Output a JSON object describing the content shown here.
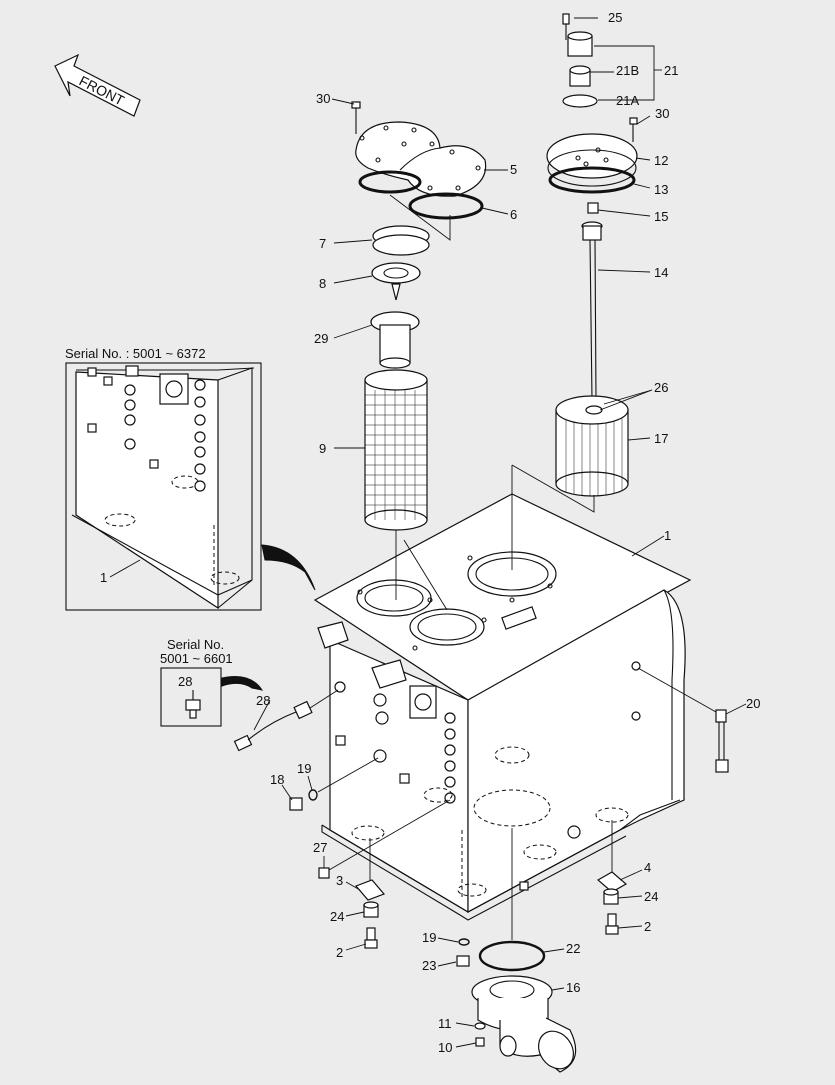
{
  "front_label": "FRONT",
  "inset_tank": {
    "title": "Serial No. : 5001 ~ 6372",
    "callout": "1"
  },
  "inset_sensor": {
    "title_line1": "Serial No.",
    "title_line2": "5001 ~ 6601",
    "callout": "28"
  },
  "callouts": {
    "c1": "1",
    "c2a": "2",
    "c2b": "2",
    "c3": "3",
    "c4": "4",
    "c5": "5",
    "c6": "6",
    "c7": "7",
    "c8": "8",
    "c9": "9",
    "c10": "10",
    "c11": "11",
    "c12": "12",
    "c13": "13",
    "c14": "14",
    "c15": "15",
    "c16": "16",
    "c17": "17",
    "c18": "18",
    "c19a": "19",
    "c19b": "19",
    "c20": "20",
    "c21": "21",
    "c21a": "21A",
    "c21b": "21B",
    "c22": "22",
    "c23": "23",
    "c24a": "24",
    "c24b": "24",
    "c25": "25",
    "c26": "26",
    "c27": "27",
    "c28": "28",
    "c29": "29",
    "c30a": "30",
    "c30b": "30"
  }
}
